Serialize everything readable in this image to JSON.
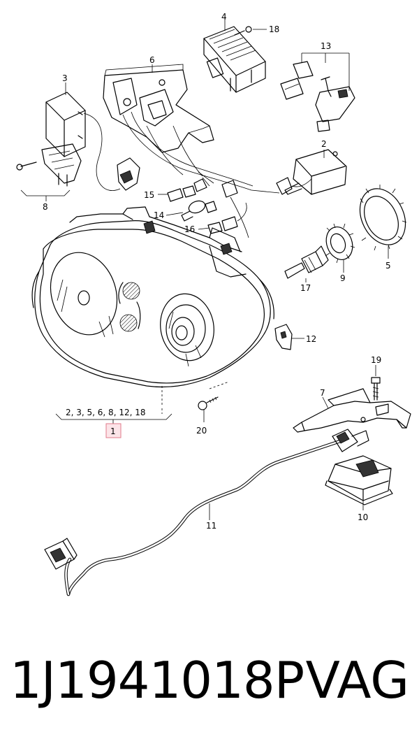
{
  "diagram": {
    "callouts": {
      "c1": "1",
      "c2": "2",
      "c3": "3",
      "c4": "4",
      "c5": "5",
      "c6": "6",
      "c7": "7",
      "c8": "8",
      "c9": "9",
      "c10": "10",
      "c11": "11",
      "c12": "12",
      "c13": "13",
      "c14": "14",
      "c15": "15",
      "c16": "16",
      "c17": "17",
      "c18": "18",
      "c19": "19",
      "c20": "20"
    },
    "group_label": "2, 3, 5, 6, 8, 12, 18",
    "highlight_color": "#e07a8a"
  },
  "caption": {
    "part_number": "1J1941018P",
    "brand": "VAG"
  }
}
